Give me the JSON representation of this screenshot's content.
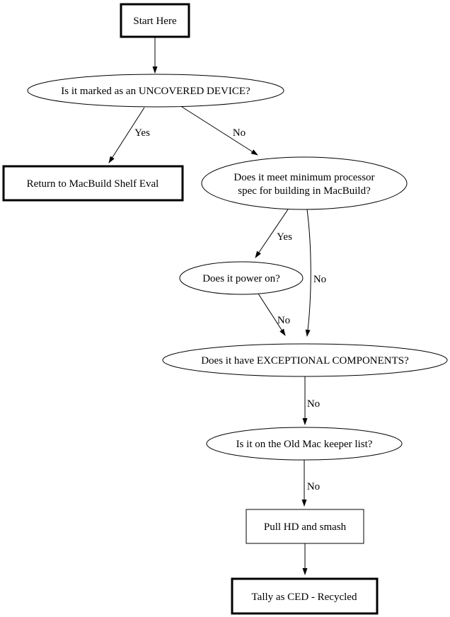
{
  "diagram": {
    "type": "flowchart",
    "colors": {
      "background": "#ffffff",
      "node_stroke": "#000000",
      "edge_stroke": "#000000",
      "text": "#000000"
    },
    "nodes": {
      "start": {
        "label": "Start Here",
        "shape": "rect",
        "border": "bold"
      },
      "uncovered": {
        "label": "Is it marked as an UNCOVERED DEVICE?",
        "shape": "ellipse",
        "border": "thin"
      },
      "return_shelf": {
        "label": "Return to MacBuild Shelf Eval",
        "shape": "rect",
        "border": "bold"
      },
      "processor": {
        "label": "Does it meet minimum processor spec for building in MacBuild?",
        "line1": "Does it meet minimum processor",
        "line2": "spec for building in MacBuild?",
        "shape": "ellipse",
        "border": "thin"
      },
      "power_on": {
        "label": "Does it power on?",
        "shape": "ellipse",
        "border": "thin"
      },
      "exceptional": {
        "label": "Does it have EXCEPTIONAL COMPONENTS?",
        "shape": "ellipse",
        "border": "thin"
      },
      "keeper_list": {
        "label": "Is it on the Old Mac keeper list?",
        "shape": "ellipse",
        "border": "thin"
      },
      "pull_hd": {
        "label": "Pull HD and smash",
        "shape": "rect",
        "border": "thin"
      },
      "tally": {
        "label": "Tally as CED - Recycled",
        "shape": "rect",
        "border": "bold"
      }
    },
    "edges": {
      "start_to_uncovered": {
        "from": "start",
        "to": "uncovered",
        "label": ""
      },
      "uncovered_yes": {
        "from": "uncovered",
        "to": "return_shelf",
        "label": "Yes"
      },
      "uncovered_no": {
        "from": "uncovered",
        "to": "processor",
        "label": "No"
      },
      "processor_yes": {
        "from": "processor",
        "to": "power_on",
        "label": "Yes"
      },
      "processor_no": {
        "from": "processor",
        "to": "exceptional",
        "label": "No"
      },
      "power_no": {
        "from": "power_on",
        "to": "exceptional",
        "label": "No"
      },
      "exceptional_no": {
        "from": "exceptional",
        "to": "keeper_list",
        "label": "No"
      },
      "keeper_no": {
        "from": "keeper_list",
        "to": "pull_hd",
        "label": "No"
      },
      "pull_to_tally": {
        "from": "pull_hd",
        "to": "tally",
        "label": ""
      }
    }
  }
}
